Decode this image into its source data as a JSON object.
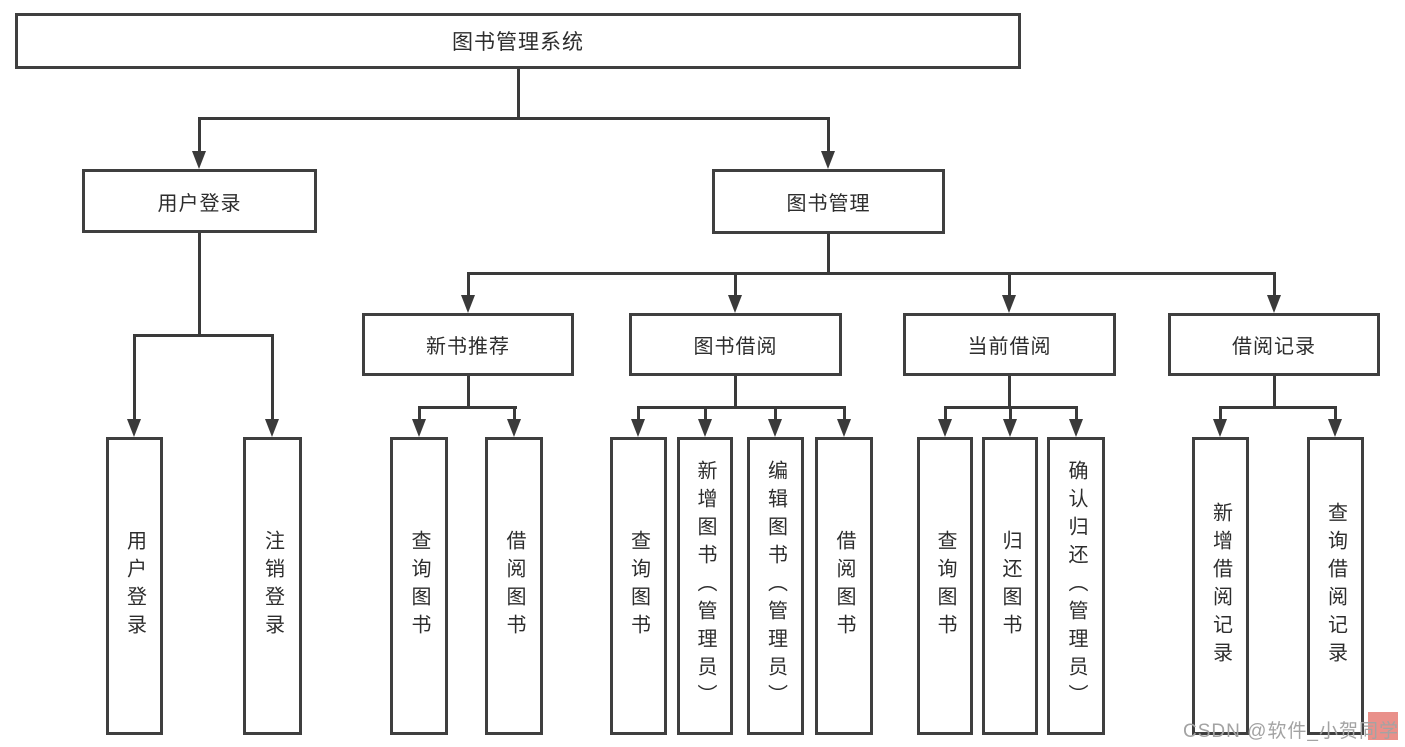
{
  "nodes": {
    "root": {
      "label": "图书管理系统"
    },
    "user_login": {
      "label": "用户登录"
    },
    "book_mgmt": {
      "label": "图书管理"
    },
    "new_book_rec": {
      "label": "新书推荐"
    },
    "book_borrow": {
      "label": "图书借阅"
    },
    "current_borrow": {
      "label": "当前借阅"
    },
    "borrow_records": {
      "label": "借阅记录"
    },
    "leaf_user_login": {
      "label": "用户登录"
    },
    "leaf_logout": {
      "label": "注销登录"
    },
    "leaf_nbr_query": {
      "label": "查询图书"
    },
    "leaf_nbr_borrow": {
      "label": "借阅图书"
    },
    "leaf_bb_query": {
      "label": "查询图书"
    },
    "leaf_bb_add": {
      "label": "新增图书（管理员）"
    },
    "leaf_bb_edit": {
      "label": "编辑图书（管理员）"
    },
    "leaf_bb_borrow": {
      "label": "借阅图书"
    },
    "leaf_cb_query": {
      "label": "查询图书"
    },
    "leaf_cb_return": {
      "label": "归还图书"
    },
    "leaf_cb_confirm": {
      "label": "确认归还（管理员）"
    },
    "leaf_br_add": {
      "label": "新增借阅记录"
    },
    "leaf_br_query": {
      "label": "查询借阅记录"
    }
  },
  "watermark": {
    "text": "CSDN @软件_小贺同学"
  },
  "colors": {
    "box_border": "#3f3f3f",
    "connector": "#3a3a3a",
    "text": "#2d2d2d",
    "watermark_text": "#a3a3a3",
    "watermark_accent": "#e9908a",
    "background": "#ffffff"
  }
}
